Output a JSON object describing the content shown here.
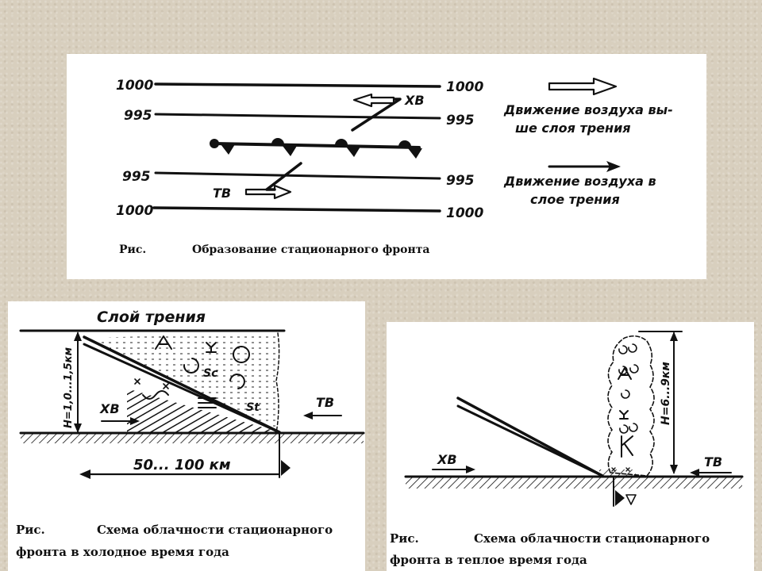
{
  "top_figure": {
    "isobars": {
      "left_outer": "1000",
      "right_outer": "1000",
      "left_inner": "995",
      "right_inner": "995"
    },
    "cold_air": "ХВ",
    "warm_air": "ТВ",
    "legend": {
      "above_line1": "Движение воздуха вы-",
      "above_line2": "ше слоя трения",
      "in_line1": "Движение воздуха в",
      "in_line2": "слое трения"
    },
    "caption_prefix": "Рис.",
    "caption_text": "Образование стационарного фронта"
  },
  "cold_season": {
    "layer_label": "Слой трения",
    "height_label": "Н=1,0...1,5км",
    "cold_air": "ХВ",
    "warm_air": "ТВ",
    "cloud_sc": "Sc",
    "cloud_st": "St",
    "distance_label": "50... 100 км",
    "caption_prefix": "Рис.",
    "caption_line1": "Схема облачности стационарного",
    "caption_line2": "фронта в холодное время года"
  },
  "warm_season": {
    "height_label": "Н=6...9км",
    "cold_air": "ХВ",
    "warm_air": "ТВ",
    "caption_prefix": "Рис.",
    "caption_line1": "Схема облачности стационарного",
    "caption_line2": "фронта в теплое время года"
  },
  "colors": {
    "ink": "#111111",
    "panel": "#ffffff",
    "background": "#d8cfbe"
  }
}
